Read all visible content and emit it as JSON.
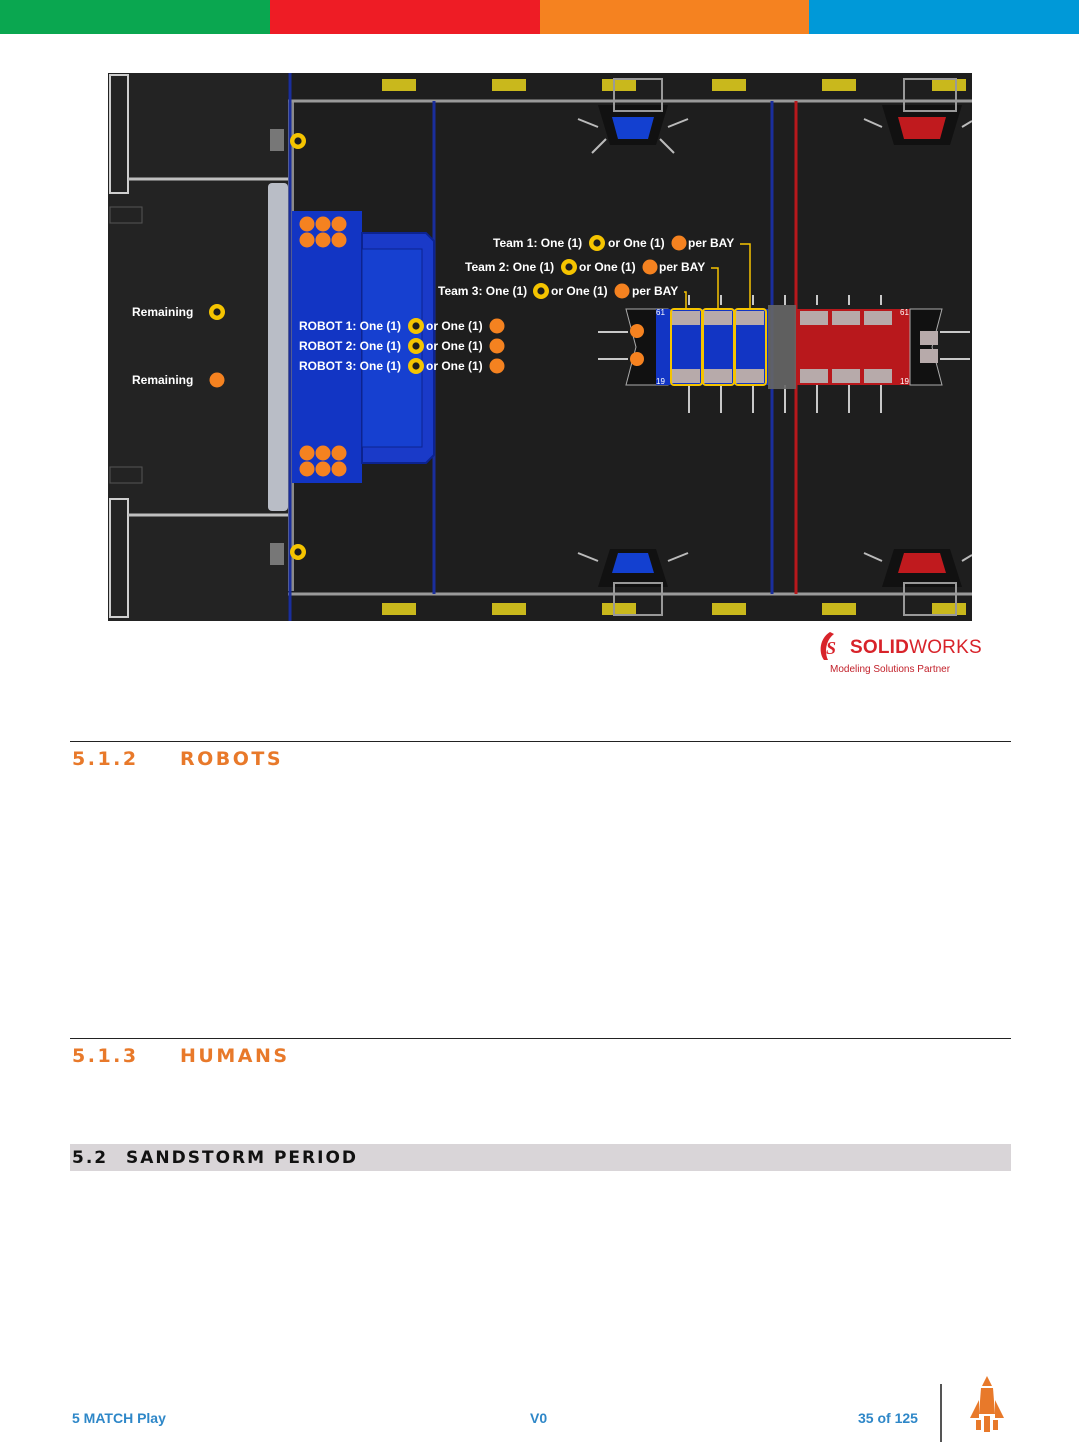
{
  "header": {
    "color_bar": [
      "#0aa750",
      "#ee1c25",
      "#f58220",
      "#0099d8"
    ]
  },
  "figure": {
    "team_labels": [
      "Team 1: One (1)",
      "or One (1)",
      "per BAY",
      "Team 2: One (1)",
      "or One (1)",
      "per BAY",
      "Team 3: One (1)",
      "or One (1)",
      "per BAY"
    ],
    "robot_labels": [
      "ROBOT 1: One (1)",
      "or One (1)",
      "ROBOT 2: One (1)",
      "or One (1)",
      "ROBOT 3: One (1)",
      "or One (1)"
    ],
    "remaining_labels": [
      "Remaining",
      "Remaining"
    ],
    "marker_numbers": [
      "61",
      "19",
      "61",
      "19"
    ],
    "icons": [
      "hatch-panel-icon",
      "cargo-ball-icon"
    ],
    "colors": {
      "hatch": "#f5c400",
      "cargo": "#f58220",
      "blue_alliance": "#1235c4",
      "red_alliance": "#b8181c",
      "carpet": "#1e1e1e"
    }
  },
  "sponsor": {
    "brand_bold": "SOLID",
    "brand_light": "WORKS",
    "tagline": "Modeling Solutions Partner"
  },
  "sections": {
    "s512_num": "5.1.2",
    "s512_title": "ROBOTS",
    "s513_num": "5.1.3",
    "s513_title": "HUMANS",
    "s52_num": "5.2",
    "s52_title": "SANDSTORM PERIOD"
  },
  "footer": {
    "section": "5 MATCH Play",
    "version": "V0",
    "page": "35 of 125"
  }
}
